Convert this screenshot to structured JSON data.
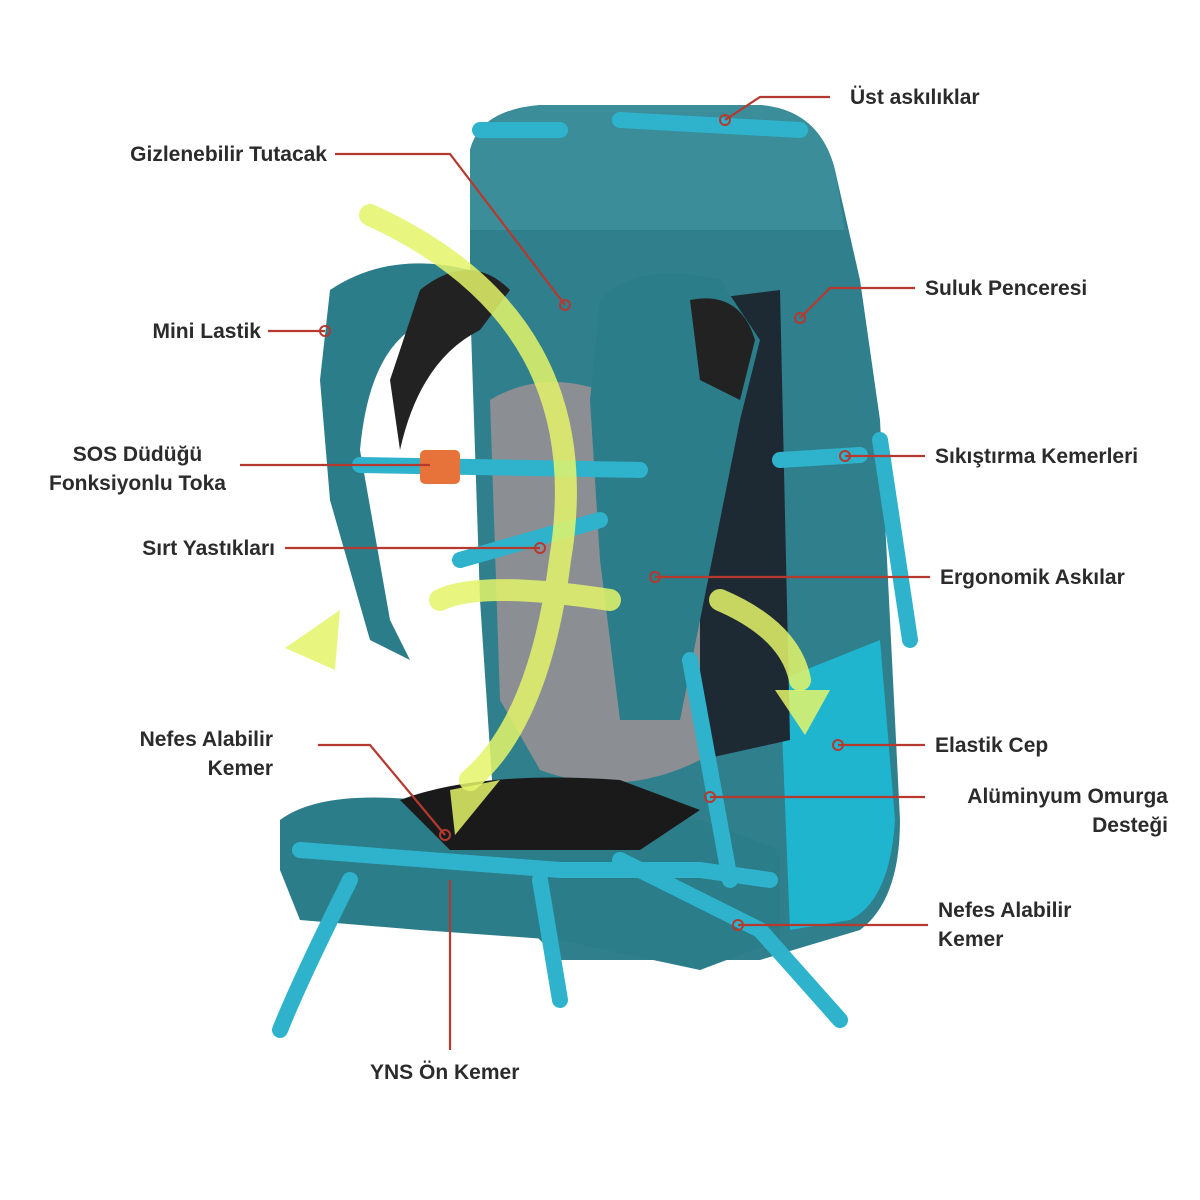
{
  "title": "Backpack features",
  "colors": {
    "leader": "#b5392f",
    "teal": "#2f7f8c",
    "cyan": "#2fb3cc",
    "arrow": "#e4f56a"
  },
  "labels": {
    "top_handles": "Üst askılıklar",
    "hidden_handle": "Gizlenebilir Tutacak",
    "hydration_port": "Suluk Penceresi",
    "mini_elastic": "Mini Lastik",
    "compression_straps": "Sıkıştırma Kemerleri",
    "sos_line1": "SOS Düdüğü",
    "sos_line2": "Fonksiyonlu Toka",
    "back_pads": "Sırt Yastıkları",
    "ergonomic_straps": "Ergonomik Askılar",
    "breathable_left_line1": "Nefes Alabilir",
    "breathable_left_line2": "Kemer",
    "elastic_pocket": "Elastik Cep",
    "aluminium_line1": "Alüminyum Omurga",
    "aluminium_line2": "Desteği",
    "breathable_right_line1": "Nefes Alabilir",
    "breathable_right_line2": "Kemer",
    "front_belt": "YNS Ön Kemer"
  }
}
